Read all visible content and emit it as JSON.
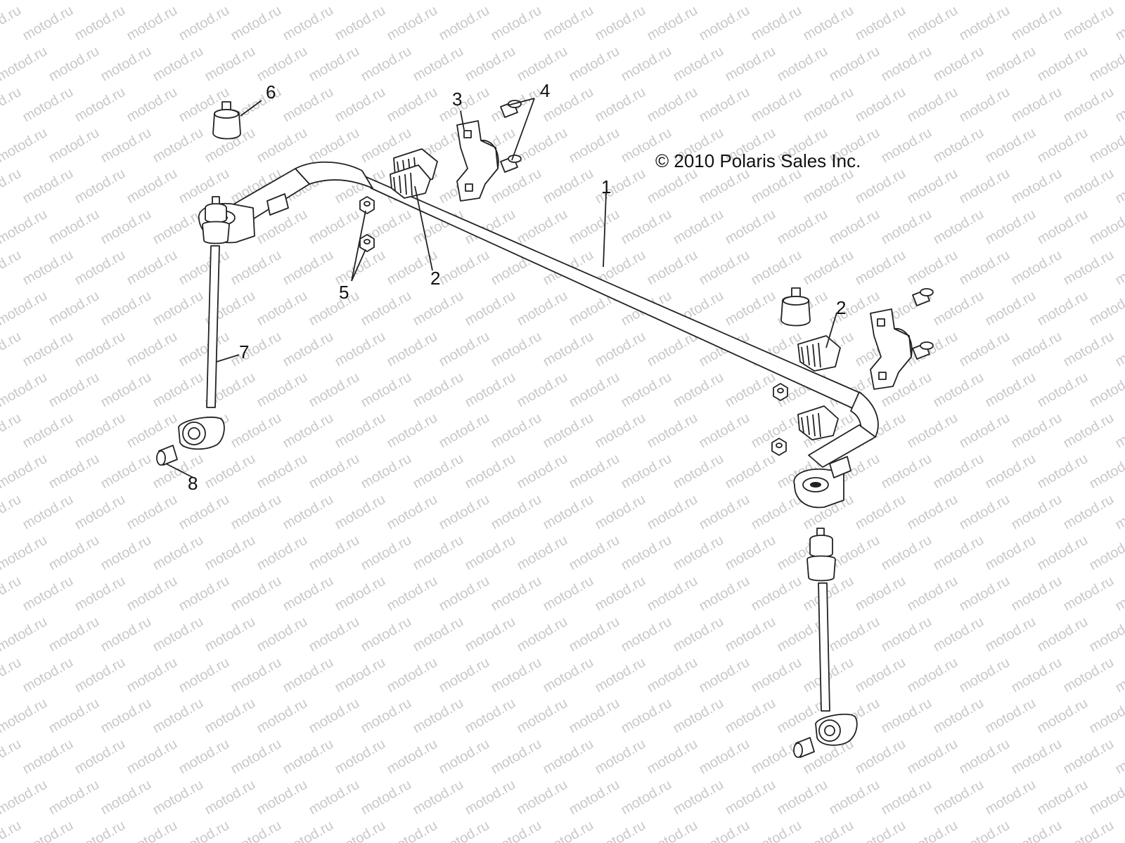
{
  "watermark": {
    "text": "motod.ru",
    "color": "#c8c8c8"
  },
  "copyright": "© 2010 Polaris Sales Inc.",
  "callouts": [
    {
      "id": "c1",
      "label": "1"
    },
    {
      "id": "c2a",
      "label": "2"
    },
    {
      "id": "c2b",
      "label": "2"
    },
    {
      "id": "c3",
      "label": "3"
    },
    {
      "id": "c4",
      "label": "4"
    },
    {
      "id": "c5",
      "label": "5"
    },
    {
      "id": "c6",
      "label": "6"
    },
    {
      "id": "c7",
      "label": "7"
    },
    {
      "id": "c8",
      "label": "8"
    }
  ]
}
